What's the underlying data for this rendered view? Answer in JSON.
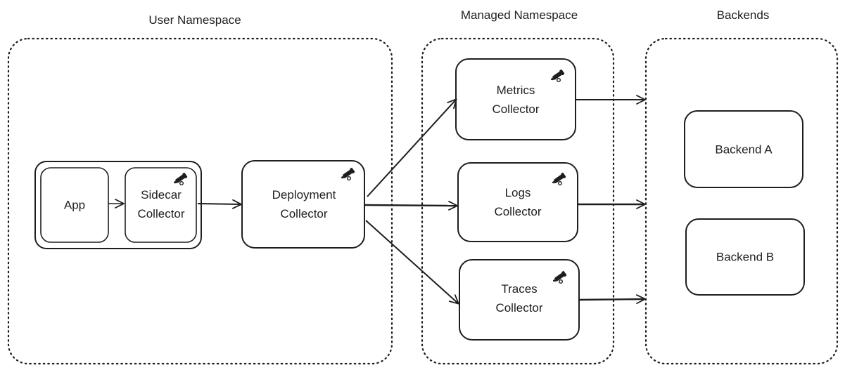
{
  "namespaces": {
    "user": {
      "title": "User Namespace"
    },
    "managed": {
      "title": "Managed Namespace"
    },
    "backends": {
      "title": "Backends"
    }
  },
  "nodes": {
    "app": {
      "label": "App"
    },
    "sidecar": {
      "line1": "Sidecar",
      "line2": "Collector",
      "icon": "telescope-icon"
    },
    "deployment": {
      "line1": "Deployment",
      "line2": "Collector",
      "icon": "telescope-icon"
    },
    "metrics": {
      "line1": "Metrics",
      "line2": "Collector",
      "icon": "telescope-icon"
    },
    "logs": {
      "line1": "Logs",
      "line2": "Collector",
      "icon": "telescope-icon"
    },
    "traces": {
      "line1": "Traces",
      "line2": "Collector",
      "icon": "telescope-icon"
    },
    "backend_a": {
      "label": "Backend A"
    },
    "backend_b": {
      "label": "Backend B"
    }
  },
  "edges": [
    {
      "from": "App",
      "to": "Sidecar Collector"
    },
    {
      "from": "Sidecar Collector",
      "to": "Deployment Collector"
    },
    {
      "from": "Deployment Collector",
      "to": "Metrics Collector"
    },
    {
      "from": "Deployment Collector",
      "to": "Logs Collector"
    },
    {
      "from": "Deployment Collector",
      "to": "Traces Collector"
    },
    {
      "from": "Metrics Collector",
      "to": "Backends"
    },
    {
      "from": "Logs Collector",
      "to": "Backends"
    },
    {
      "from": "Traces Collector",
      "to": "Backends"
    }
  ],
  "colors": {
    "stroke": "#1e1e1e",
    "background": "#ffffff"
  }
}
